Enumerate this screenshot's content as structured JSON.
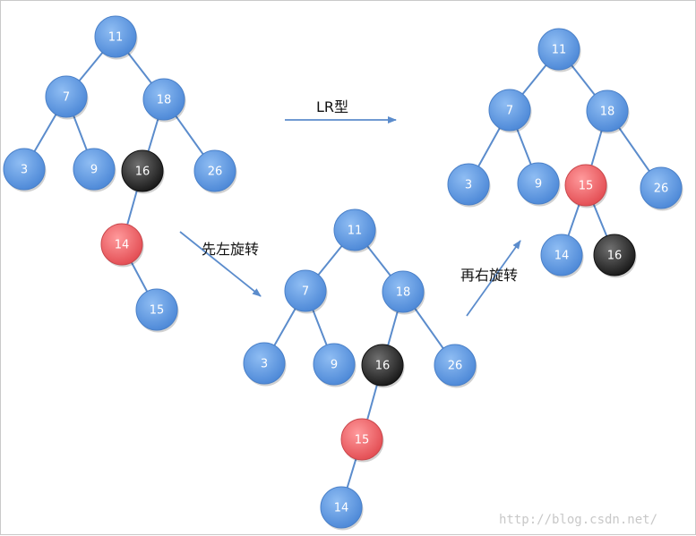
{
  "colors": {
    "blue": "#5b97e3",
    "red": "#ee5a5f",
    "black": "#2b2b2b",
    "edge": "#5b8ccc",
    "arrow": "#5b8ccc"
  },
  "captions": {
    "lr_type": "LR型",
    "left_rotate_first": "先左旋转",
    "then_right_rotate": "再右旋转"
  },
  "watermark": "http://blog.csdn.net/",
  "trees": [
    {
      "id": "original",
      "nodes": [
        {
          "id": "a11",
          "label": "11",
          "color": "blue"
        },
        {
          "id": "a7",
          "label": "7",
          "color": "blue"
        },
        {
          "id": "a18",
          "label": "18",
          "color": "blue"
        },
        {
          "id": "a3",
          "label": "3",
          "color": "blue"
        },
        {
          "id": "a9",
          "label": "9",
          "color": "blue"
        },
        {
          "id": "a16",
          "label": "16",
          "color": "black"
        },
        {
          "id": "a26",
          "label": "26",
          "color": "blue"
        },
        {
          "id": "a14",
          "label": "14",
          "color": "red"
        },
        {
          "id": "a15",
          "label": "15",
          "color": "blue"
        }
      ],
      "edges": [
        [
          "a11",
          "a7"
        ],
        [
          "a11",
          "a18"
        ],
        [
          "a7",
          "a3"
        ],
        [
          "a7",
          "a9"
        ],
        [
          "a18",
          "a16"
        ],
        [
          "a18",
          "a26"
        ],
        [
          "a16",
          "a14"
        ],
        [
          "a14",
          "a15"
        ]
      ]
    },
    {
      "id": "after-left-rotation",
      "nodes": [
        {
          "id": "b11",
          "label": "11",
          "color": "blue"
        },
        {
          "id": "b7",
          "label": "7",
          "color": "blue"
        },
        {
          "id": "b18",
          "label": "18",
          "color": "blue"
        },
        {
          "id": "b3",
          "label": "3",
          "color": "blue"
        },
        {
          "id": "b9",
          "label": "9",
          "color": "blue"
        },
        {
          "id": "b16",
          "label": "16",
          "color": "black"
        },
        {
          "id": "b26",
          "label": "26",
          "color": "blue"
        },
        {
          "id": "b15",
          "label": "15",
          "color": "red"
        },
        {
          "id": "b14",
          "label": "14",
          "color": "blue"
        }
      ],
      "edges": [
        [
          "b11",
          "b7"
        ],
        [
          "b11",
          "b18"
        ],
        [
          "b7",
          "b3"
        ],
        [
          "b7",
          "b9"
        ],
        [
          "b18",
          "b16"
        ],
        [
          "b18",
          "b26"
        ],
        [
          "b16",
          "b15"
        ],
        [
          "b15",
          "b14"
        ]
      ]
    },
    {
      "id": "after-right-rotation",
      "nodes": [
        {
          "id": "c11",
          "label": "11",
          "color": "blue"
        },
        {
          "id": "c7",
          "label": "7",
          "color": "blue"
        },
        {
          "id": "c18",
          "label": "18",
          "color": "blue"
        },
        {
          "id": "c3",
          "label": "3",
          "color": "blue"
        },
        {
          "id": "c9",
          "label": "9",
          "color": "blue"
        },
        {
          "id": "c15",
          "label": "15",
          "color": "red"
        },
        {
          "id": "c26",
          "label": "26",
          "color": "blue"
        },
        {
          "id": "c14",
          "label": "14",
          "color": "blue"
        },
        {
          "id": "c16",
          "label": "16",
          "color": "black"
        }
      ],
      "edges": [
        [
          "c11",
          "c7"
        ],
        [
          "c11",
          "c18"
        ],
        [
          "c7",
          "c3"
        ],
        [
          "c7",
          "c9"
        ],
        [
          "c18",
          "c15"
        ],
        [
          "c18",
          "c26"
        ],
        [
          "c15",
          "c14"
        ],
        [
          "c15",
          "c16"
        ]
      ]
    }
  ]
}
